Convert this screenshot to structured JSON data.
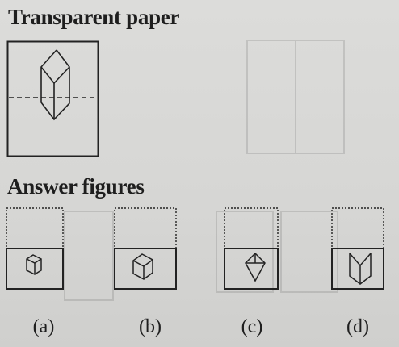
{
  "sections": {
    "transparent_title": "Transparent paper",
    "answer_title": "Answer figures"
  },
  "answers": [
    {
      "label": "(a)"
    },
    {
      "label": "(b)"
    },
    {
      "label": "(c)"
    },
    {
      "label": "(d)"
    }
  ]
}
